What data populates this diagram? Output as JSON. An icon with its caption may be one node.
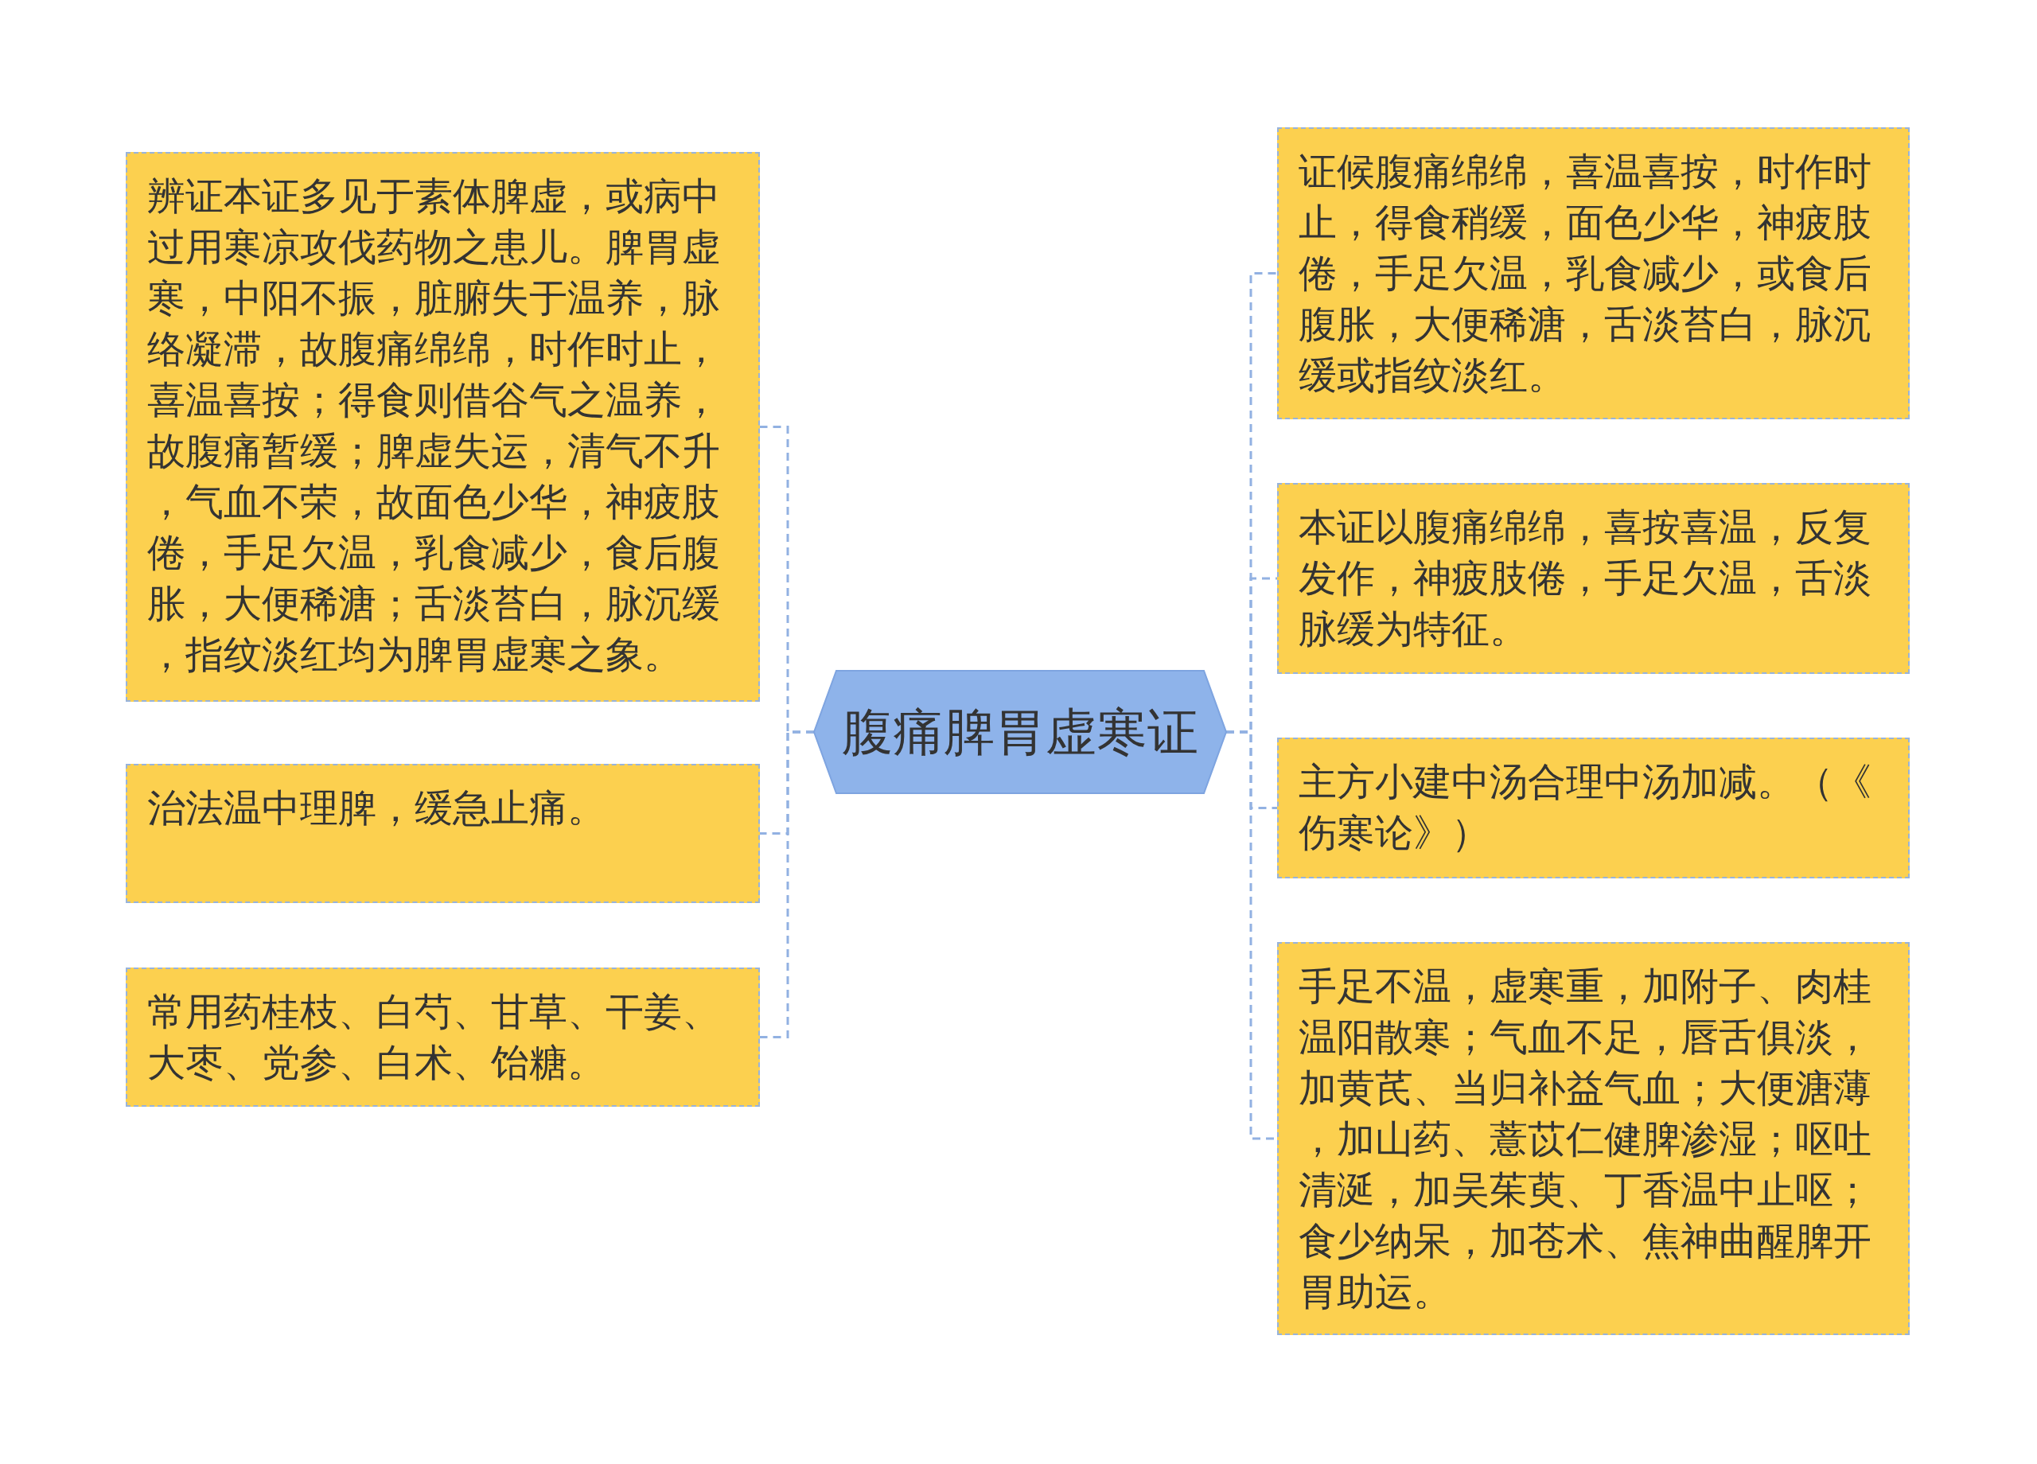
{
  "diagram": {
    "nodes": [
      {
        "text": [
          "腹痛脾胃虚寒证"
        ]
      },
      {
        "text": [
          "辨证本证多见于素体脾虚，或病中过用寒凉攻伐药物之患儿。脾胃虚寒，中阳不振，脏腑失于温养，脉络凝滞，故腹痛绵绵，时作时止，喜温喜按；得食则借谷气之温养，故腹痛暂缓；脾虚失运，清气不升，气血不荣，故面色少华，神疲肢倦，手足欠温，乳食减少，食后腹胀，大便稀溏；舌淡苔白，脉沉缓，指纹淡红均为脾胃虚寒之象。"
        ]
      },
      {
        "text": [
          "治法温中理脾，缓急止痛。"
        ]
      },
      {
        "text": [
          "常用药桂枝、白芍、甘草、干姜、大枣、党参、白术、饴糖。"
        ]
      },
      {
        "text": [
          "证候腹痛绵绵，喜温喜按，时作时止，得食稍缓，面色少华，神疲肢倦，手足欠温，乳食减少，或食后腹胀，大便稀溏，舌淡苔白，脉沉缓或指纹淡红。"
        ]
      },
      {
        "text": [
          "本证以腹痛绵绵，喜按喜温，反复发作，神疲肢倦，手足欠温，舌淡脉缓为特征。"
        ]
      },
      {
        "text": [
          "主方小建中汤合理中汤加减。（《伤寒论》）"
        ]
      },
      {
        "text": [
          "手足不温，虚寒重，加附子、肉桂温阳散寒；气血不足，唇舌俱淡，加黄芪、当归补益气血；大便溏薄，加山药、薏苡仁健脾渗湿；呕吐清涎，加吴茱萸、丁香温中止呕；食少纳呆，加苍术、焦神曲醒脾开胃助运。"
        ]
      }
    ],
    "edges": [
      {
        "from": 0,
        "to": 1,
        "arrow": "none",
        "style": "dashed"
      },
      {
        "from": 0,
        "to": 2,
        "arrow": "none",
        "style": "dashed"
      },
      {
        "from": 0,
        "to": 3,
        "arrow": "none",
        "style": "dashed"
      },
      {
        "from": 0,
        "to": 4,
        "arrow": "none",
        "style": "dashed"
      },
      {
        "from": 0,
        "to": 5,
        "arrow": "none",
        "style": "dashed"
      },
      {
        "from": 0,
        "to": 6,
        "arrow": "none",
        "style": "dashed"
      },
      {
        "from": 0,
        "to": 7,
        "arrow": "none",
        "style": "dashed"
      }
    ]
  }
}
